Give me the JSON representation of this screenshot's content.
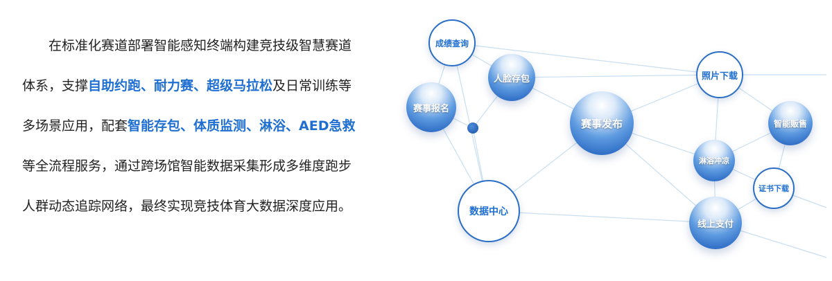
{
  "description": {
    "line1": "在标准化赛道部署智能感知终端构建竞技级智慧赛道",
    "line2_pre": "体系，支撑",
    "line2_hl": "自助约跑、耐力赛、超级马拉松",
    "line2_post": "及日常训练等",
    "line3_pre": "多场景应用，配套",
    "line3_hl": "智能存包、体质监测、淋浴、AED急救",
    "line4": "等全流程服务，通过跨场馆智能数据采集形成多维度跑步",
    "line5": "人群动态追踪网络，最终实现竞技体育大数据深度应用。"
  },
  "network": {
    "nodes": {
      "score_query": "成绩查询",
      "face_locker": "人脸存包",
      "registration": "赛事报名",
      "event_publish": "赛事发布",
      "photo_download": "照片下载",
      "smart_vending": "智能贩售",
      "shower": "淋浴冲凉",
      "certificate": "证书下载",
      "data_center": "数据中心",
      "online_payment": "线上支付"
    }
  }
}
